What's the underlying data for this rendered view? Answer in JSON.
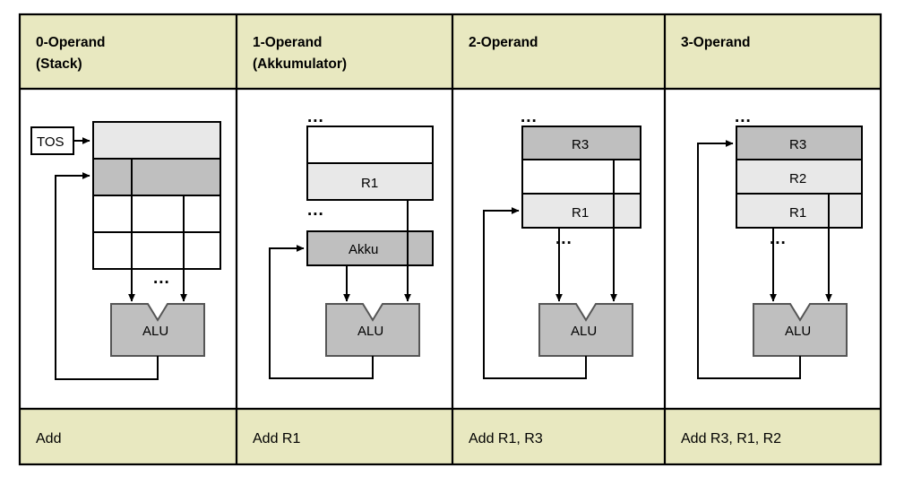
{
  "diagram": {
    "title_present": false,
    "type": "operand-addressing-comparison-table",
    "colors": {
      "header_bg": "#e8e8c0",
      "footer_bg": "#e8e8c0",
      "body_bg": "#ffffff",
      "dark_gray": "#bfbfbf",
      "light_gray": "#e8e8e8",
      "white": "#ffffff",
      "border": "#000000",
      "alu_fill": "#bfbfbf"
    },
    "columns": [
      {
        "id": "col-0-operand",
        "header_lines": [
          "0-Operand",
          "(Stack)"
        ],
        "instruction": "Add",
        "pointer_label": "TOS",
        "structure_label": "stack",
        "dots_above": false,
        "dots_below": true,
        "rows": [
          {
            "label": "",
            "fill": "light_gray"
          },
          {
            "label": "",
            "fill": "dark_gray"
          },
          {
            "label": "",
            "fill": "white"
          },
          {
            "label": "",
            "fill": "white"
          }
        ],
        "alu_label": "ALU",
        "operand_arrows": 2,
        "feedback_arrow": true
      },
      {
        "id": "col-1-operand",
        "header_lines": [
          "1-Operand",
          "(Akkumulator)"
        ],
        "instruction": "Add   R1",
        "pointer_label": "",
        "structure_label": "register-file",
        "dots_above": true,
        "dots_below": true,
        "rows": [
          {
            "label": "",
            "fill": "white"
          },
          {
            "label": "R1",
            "fill": "light_gray"
          }
        ],
        "accumulator": {
          "label": "Akku",
          "fill": "dark_gray"
        },
        "alu_label": "ALU",
        "operand_arrows": 2,
        "feedback_arrow": true
      },
      {
        "id": "col-2-operand",
        "header_lines": [
          "2-Operand",
          ""
        ],
        "instruction": "Add   R1, R3",
        "pointer_label": "",
        "structure_label": "register-file",
        "dots_above": true,
        "dots_below": true,
        "rows": [
          {
            "label": "R3",
            "fill": "dark_gray"
          },
          {
            "label": "",
            "fill": "white"
          },
          {
            "label": "R1",
            "fill": "light_gray"
          }
        ],
        "alu_label": "ALU",
        "operand_arrows": 2,
        "feedback_arrow": true
      },
      {
        "id": "col-3-operand",
        "header_lines": [
          "3-Operand",
          ""
        ],
        "instruction": "Add   R3, R1, R2",
        "pointer_label": "",
        "structure_label": "register-file",
        "dots_above": true,
        "dots_below": true,
        "rows": [
          {
            "label": "R3",
            "fill": "dark_gray"
          },
          {
            "label": "R2",
            "fill": "light_gray"
          },
          {
            "label": "R1",
            "fill": "light_gray"
          }
        ],
        "alu_label": "ALU",
        "operand_arrows": 2,
        "feedback_arrow": true
      }
    ],
    "ellipsis": "..."
  }
}
